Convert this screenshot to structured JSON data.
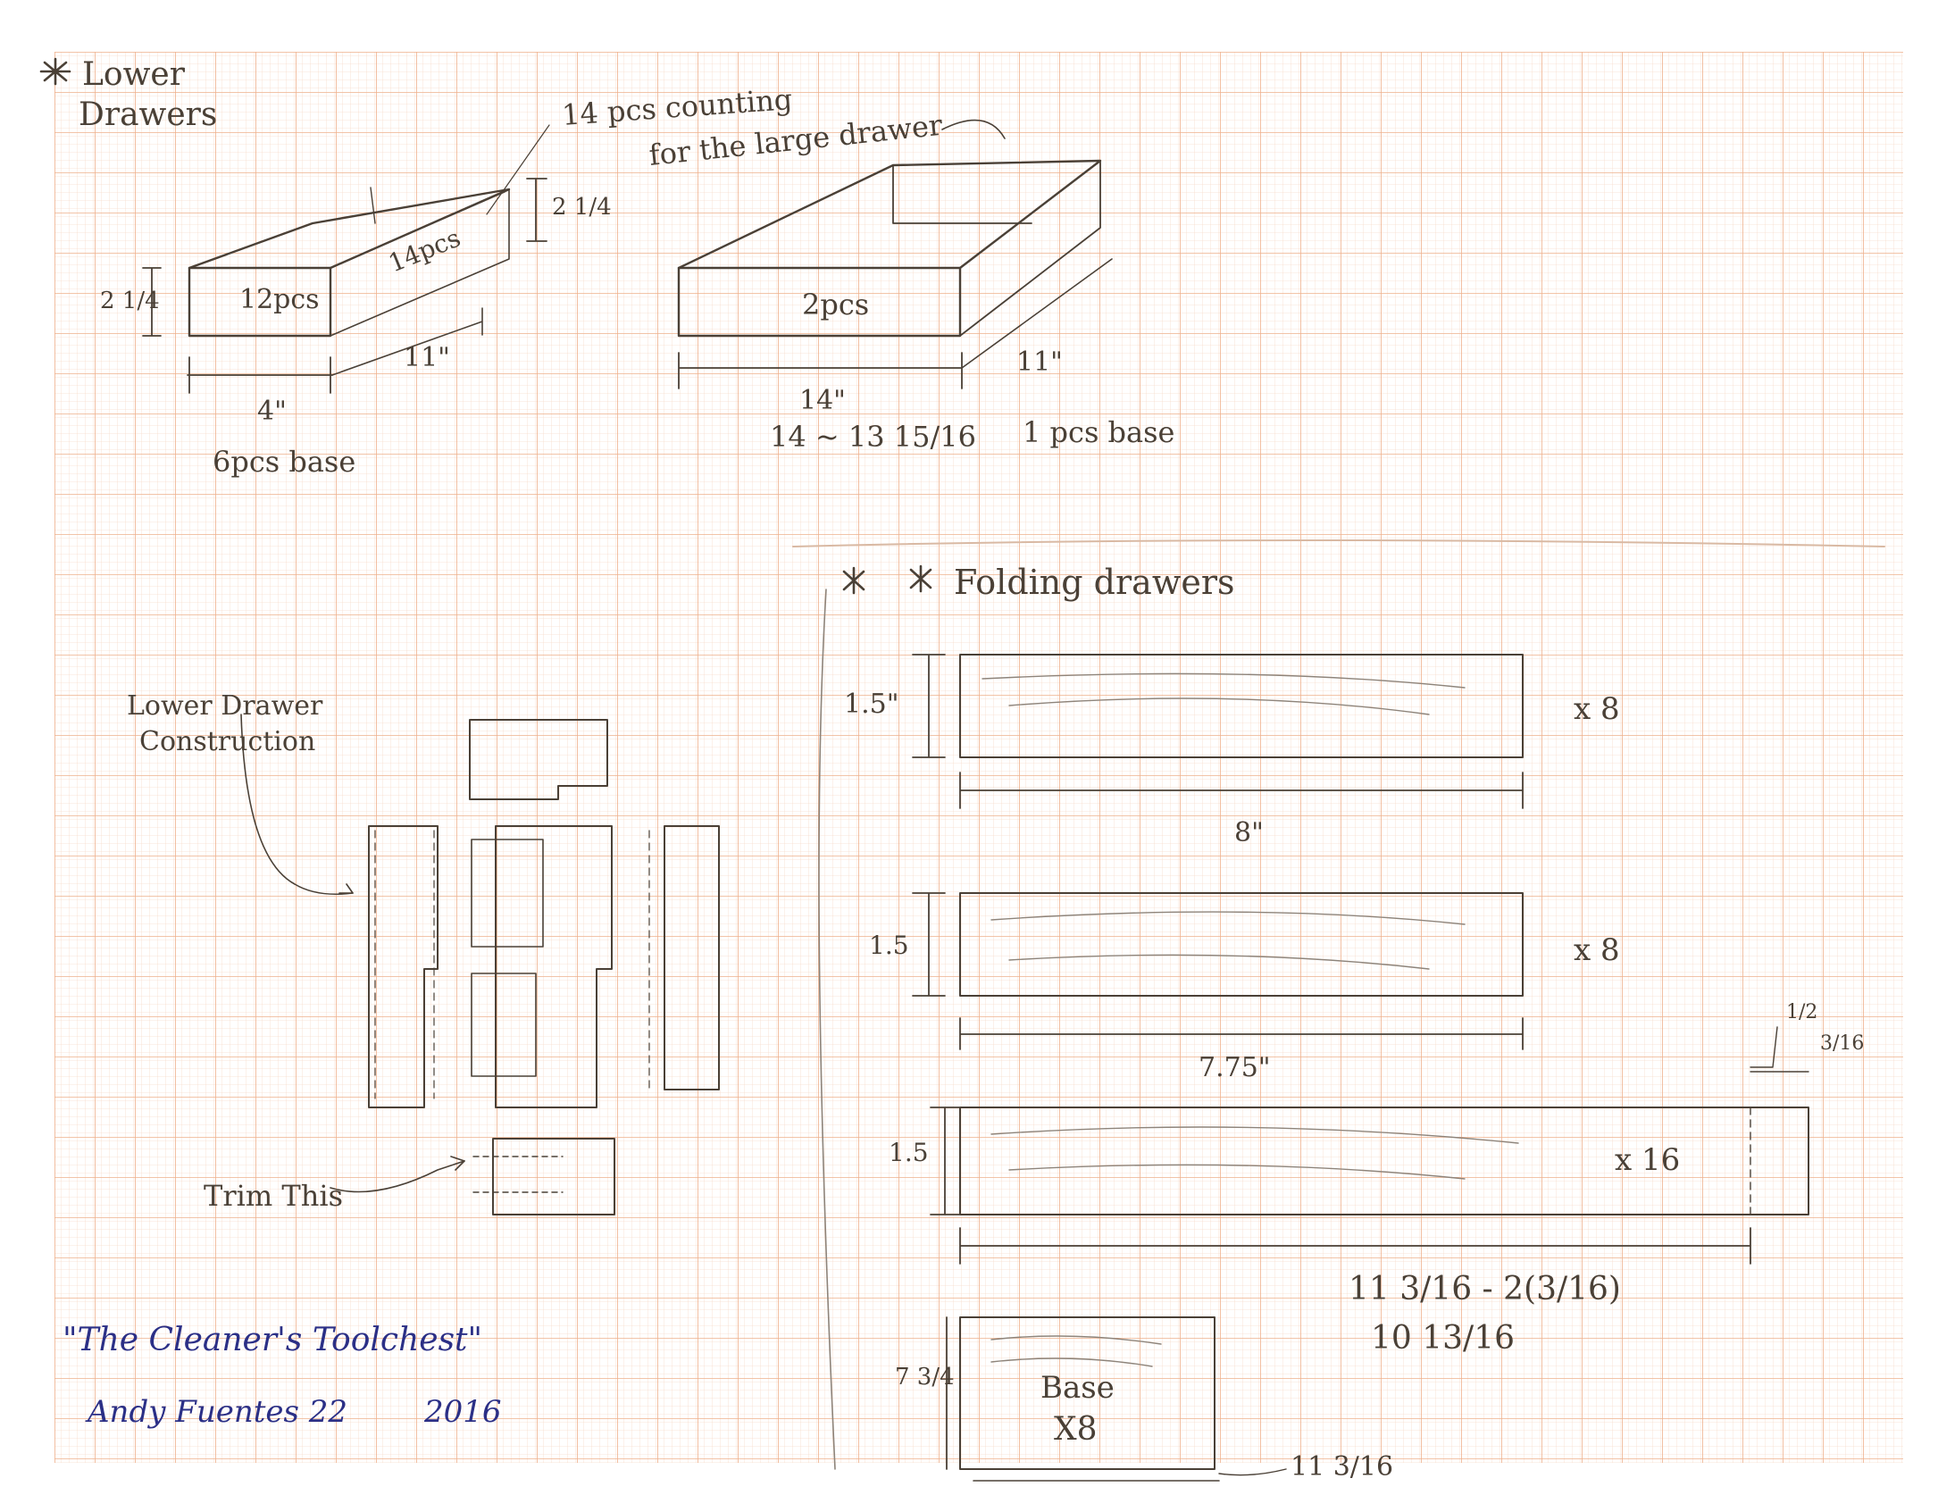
{
  "colors": {
    "paper": "#ffffff",
    "grid_minor": "#f6d2bb",
    "grid_major": "#eeb08c",
    "pencil": "#4a4036",
    "pencil_light": "#8e847a",
    "pen": "#2b2f86"
  },
  "lower_drawers": {
    "heading_line1": "Lower",
    "heading_line2": "Drawers",
    "annotation_line1": "14 pcs counting",
    "annotation_line2": "for the large drawer",
    "small_drawer": {
      "front_label": "12pcs",
      "side_label": "14pcs",
      "height_label": "2 1/4",
      "side_height_label": "2 1/4",
      "width_label": "4\"",
      "depth_label": "11\"",
      "base_label": "6pcs base"
    },
    "large_drawer": {
      "front_label": "2pcs",
      "width_label": "14\"",
      "width_calc": "14 ~ 13 15/16",
      "depth_label": "11\"",
      "base_label": "1 pcs base"
    }
  },
  "construction": {
    "label_line1": "Lower Drawer",
    "label_line2": "Construction",
    "trim_label": "Trim This"
  },
  "folding_drawers": {
    "heading": "Folding drawers",
    "pieces": [
      {
        "height_label": "1.5\"",
        "length_label": "8\"",
        "qty_label": "x 8"
      },
      {
        "height_label": "1.5",
        "length_label": "7.75\"",
        "qty_label": "x 8"
      },
      {
        "height_label": "1.5",
        "length_label": "11 3/16 - 2(3/16)",
        "qty_label": "x 16",
        "result_label": "10 13/16",
        "tongue_label": "1/2",
        "tongue_width_label": "3/16"
      }
    ],
    "base": {
      "label_line1": "Base",
      "label_line2": "X8",
      "height_label": "7 3/4",
      "length_label": "11 3/16"
    }
  },
  "signature": {
    "title": "\"The Cleaner's Toolchest\"",
    "author": "Andy Fuentes 22",
    "year": "2016"
  }
}
